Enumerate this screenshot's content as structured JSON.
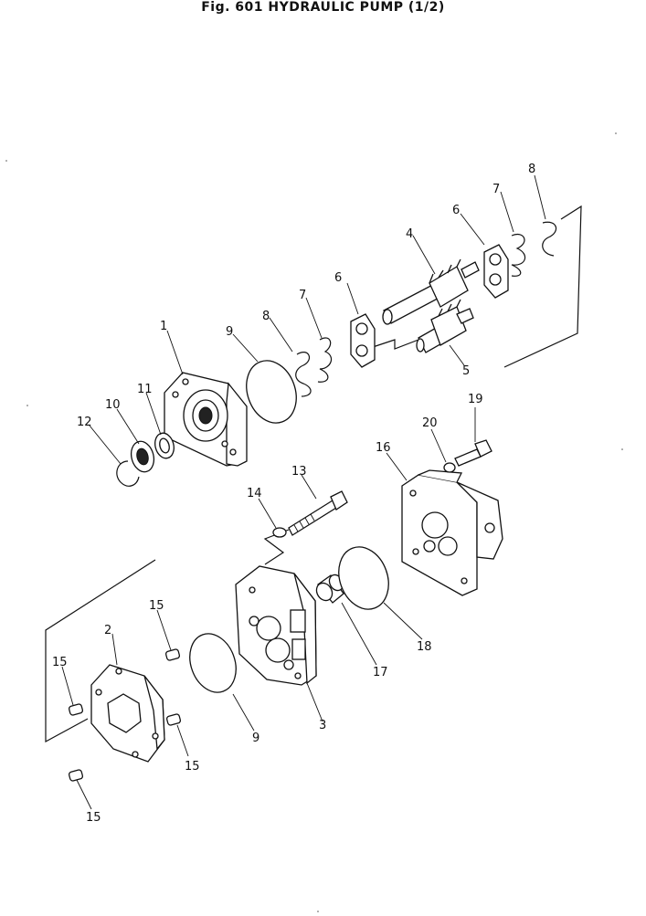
{
  "figure": {
    "title": "Fig. 601   HYDRAULIC PUMP (1/2)"
  },
  "callouts": {
    "c1": "1",
    "c2": "2",
    "c3": "3",
    "c4": "4",
    "c5": "5",
    "c6a": "6",
    "c6b": "6",
    "c7a": "7",
    "c7b": "7",
    "c8a": "8",
    "c8b": "8",
    "c9a": "9",
    "c9b": "9",
    "c10": "10",
    "c11": "11",
    "c12": "12",
    "c13": "13",
    "c14": "14",
    "c15a": "15",
    "c15b": "15",
    "c15c": "15",
    "c15d": "15",
    "c16": "16",
    "c17": "17",
    "c18": "18",
    "c19": "19",
    "c20": "20"
  }
}
